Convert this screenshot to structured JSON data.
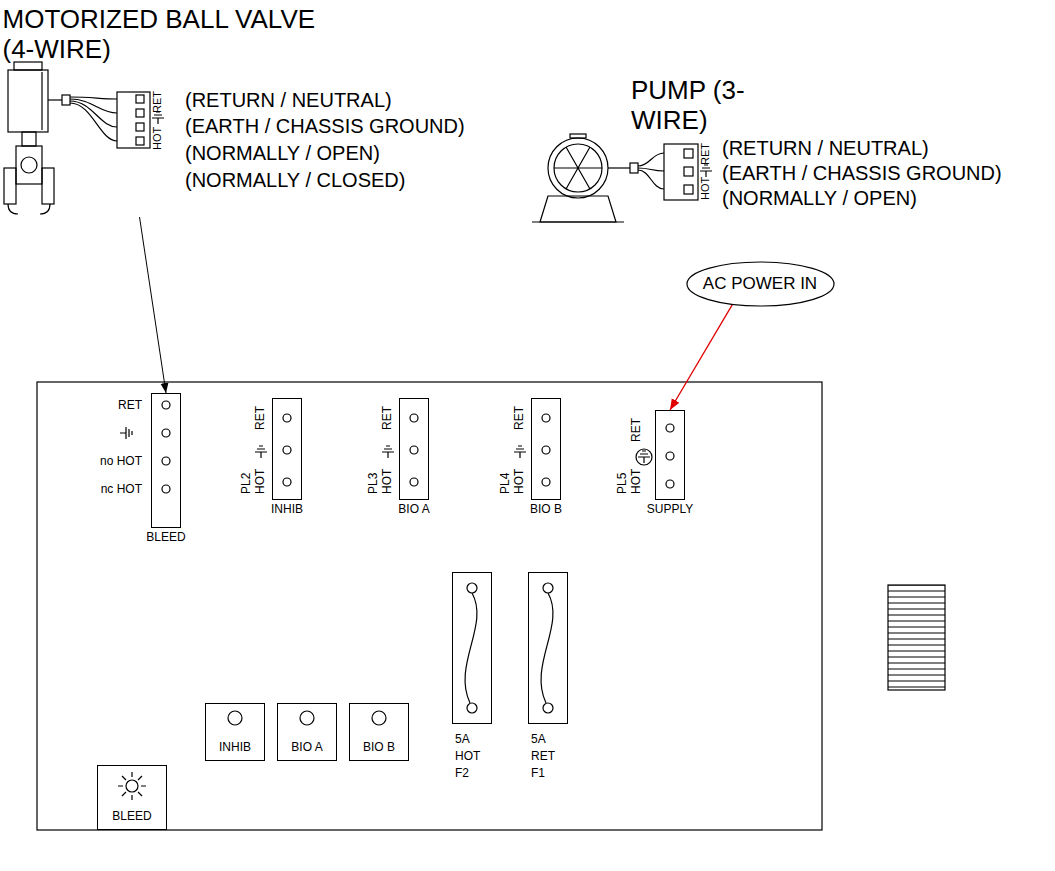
{
  "diagram": {
    "nodes": [
      {
        "text": [
          "MOTORIZED BALL VALVE (4-WIRE)"
        ]
      },
      {
        "text": [
          "PUMP (3-WIRE)"
        ]
      },
      {
        "text": [
          "AC POWER IN"
        ]
      },
      {
        "text": [
          "BLEED"
        ]
      },
      {
        "text": [
          "INHIB"
        ]
      },
      {
        "text": [
          "BIO A"
        ]
      },
      {
        "text": [
          "BIO B"
        ]
      },
      {
        "text": [
          "SUPPLY"
        ]
      },
      {
        "text": [
          "5A HOT F2"
        ]
      },
      {
        "text": [
          "5A RET F1"
        ]
      },
      {
        "text": [
          "INHIB"
        ]
      },
      {
        "text": [
          "BIO A"
        ]
      },
      {
        "text": [
          "BIO B"
        ]
      },
      {
        "text": [
          "BLEED"
        ]
      }
    ],
    "edges": [
      {
        "from": 0,
        "to": 3,
        "arrow": "to"
      },
      {
        "from": 2,
        "to": 7,
        "arrow": "to"
      }
    ],
    "labels": [
      "(RETURN / NEUTRAL)",
      "(EARTH / CHASSIS GROUND)",
      "(NORMALLY / OPEN)",
      "(NORMALLY / CLOSED)",
      "RET",
      "HOT",
      "(RETURN / NEUTRAL)",
      "(EARTH / CHASSIS GROUND)",
      "(NORMALLY / OPEN)",
      "RET",
      "HOT",
      "RET",
      "no HOT",
      "nc HOT",
      "RET",
      "HOT",
      "PL2",
      "RET",
      "HOT",
      "PL3",
      "RET",
      "HOT",
      "PL4",
      "RET",
      "HOT",
      "PL5"
    ]
  }
}
